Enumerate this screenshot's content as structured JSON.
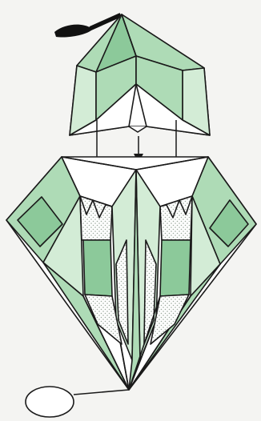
{
  "diagram": {
    "type": "origami-assembly-diagram",
    "colors": {
      "background": "#f4f4f2",
      "paper": "#ffffff",
      "green_dark": "#8cc99a",
      "green_mid": "#aedbb6",
      "green_light": "#d3ecd6",
      "outline": "#1a1a1a",
      "dots": "#9aa89c",
      "tassel": "#111111"
    },
    "parts": [
      {
        "name": "tassel",
        "icon": "tassel-icon"
      },
      {
        "name": "top-piece"
      },
      {
        "name": "insertion-arrows",
        "count": 3
      },
      {
        "name": "bottom-piece"
      },
      {
        "name": "hanging-loop",
        "icon": "loop-icon"
      }
    ]
  }
}
